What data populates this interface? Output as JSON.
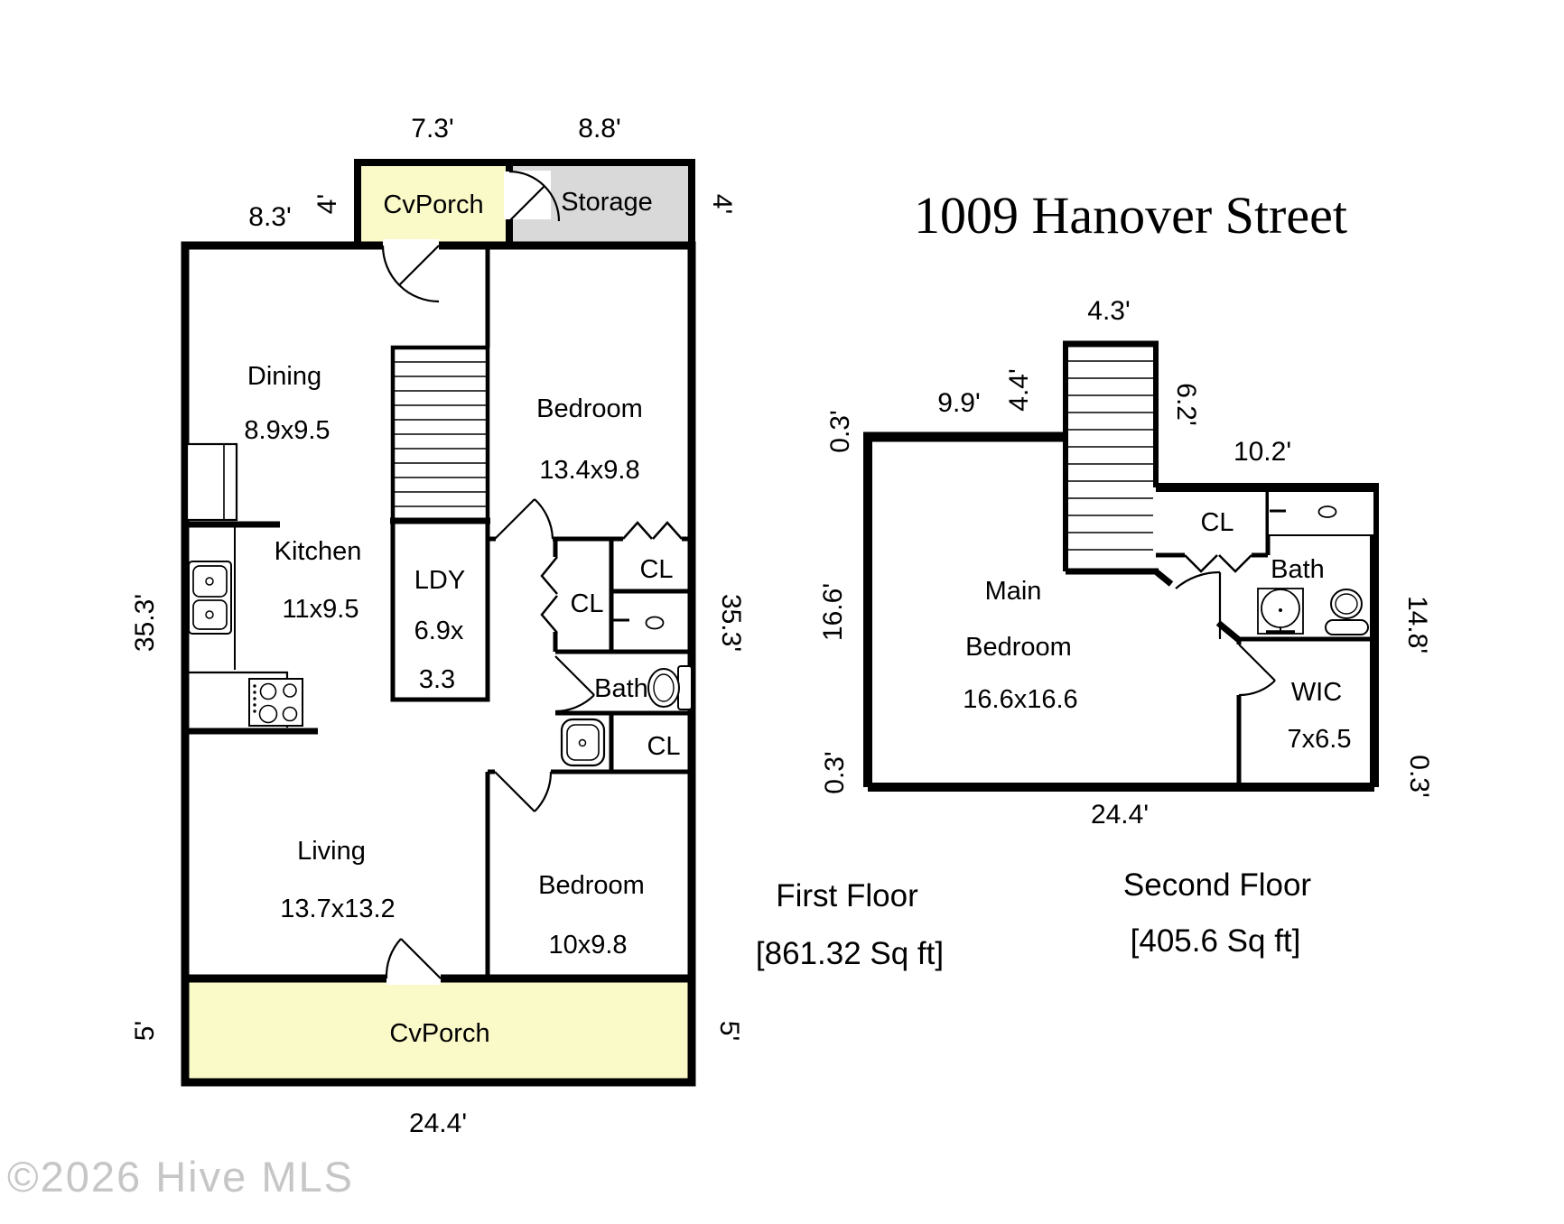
{
  "title": "1009 Hanover Street",
  "watermark": "©2026 Hive MLS",
  "colors": {
    "porch": "#faf9c8",
    "storage": "#d9d9d9",
    "wall": "#000000"
  },
  "ff": {
    "caption": "First Floor",
    "area": "[861.32 Sq ft]",
    "porch_top": "CvPorch",
    "storage": "Storage",
    "dining": "Dining",
    "dining_size": "8.9x9.5",
    "bedroom1": "Bedroom",
    "bedroom1_size": "13.4x9.8",
    "kitchen": "Kitchen",
    "kitchen_size": "11x9.5",
    "ldy": "LDY",
    "ldy_size1": "6.9x",
    "ldy_size2": "3.3",
    "cl_hall": "CL",
    "cl_top": "CL",
    "bath": "Bath",
    "cl_bottom": "CL",
    "living": "Living",
    "living_size": "13.7x13.2",
    "bedroom2": "Bedroom",
    "bedroom2_size": "10x9.8",
    "porch_bottom": "CvPorch",
    "d_porch_w": "7.3'",
    "d_storage_w": "8.8'",
    "d_front_left": "8.3'",
    "d_porch_depth_l": "4'",
    "d_porch_depth_r": "4'",
    "d_side_l": "35.3'",
    "d_side_r": "35.3'",
    "d_bporch_l": "5'",
    "d_bporch_r": "5'",
    "d_bottom": "24.4'"
  },
  "sf": {
    "caption": "Second Floor",
    "area": "[405.6 Sq ft]",
    "main1": "Main",
    "main2": "Bedroom",
    "main_size": "16.6x16.6",
    "cl": "CL",
    "bath": "Bath",
    "wic": "WIC",
    "wic_size": "7x6.5",
    "d_stairs_w": "4.3'",
    "d_off_tl": "0.3'",
    "d_top_left": "9.9'",
    "d_stairs_d": "4.4'",
    "d_stairs_d2": "6.2'",
    "d_top_right": "10.2'",
    "d_side_l": "16.6'",
    "d_off_bl": "0.3'",
    "d_side_r": "14.8'",
    "d_off_br": "0.3'",
    "d_bottom": "24.4'"
  }
}
